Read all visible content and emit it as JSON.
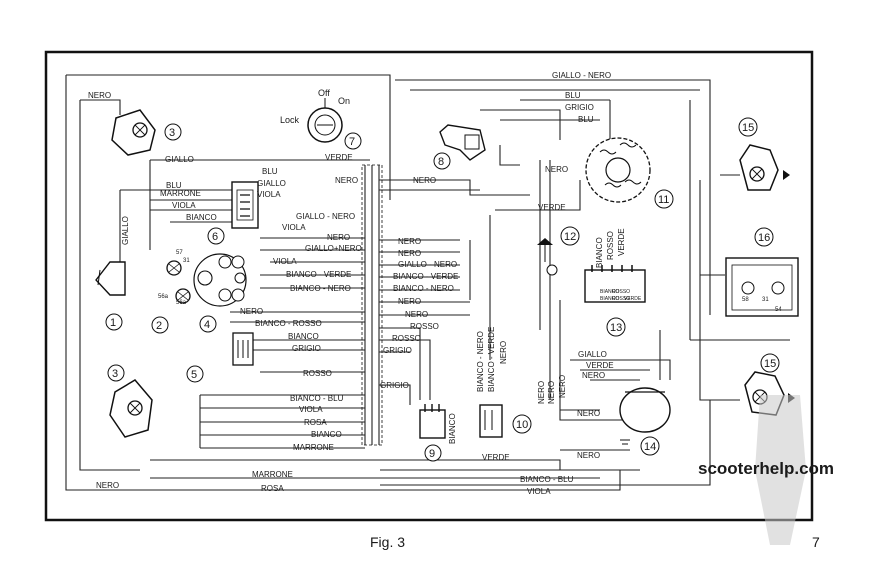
{
  "figure": {
    "caption": "Fig. 3",
    "page_number": "7",
    "watermark": "scooterhelp.com"
  },
  "switch": {
    "off": "Off",
    "on": "On",
    "lock": "Lock"
  },
  "components": [
    "1",
    "2",
    "3",
    "3",
    "4",
    "5",
    "6",
    "7",
    "8",
    "9",
    "10",
    "11",
    "12",
    "13",
    "14",
    "15",
    "15",
    "16"
  ],
  "small_labels": [
    "57",
    "31",
    "56a",
    "56a",
    "58",
    "31",
    "54"
  ],
  "wire_labels": [
    "GIALLO - NERO",
    "BLU",
    "GRIGIO",
    "BLU",
    "NERO",
    "NERO",
    "VERDE",
    "GIALLO",
    "BLU",
    "GIALLO",
    "MARRONE",
    "VIOLA",
    "VIOLA",
    "BLU",
    "GIALLO",
    "NERO",
    "BIANCO",
    "GIALLO - NERO",
    "VIOLA",
    "NERO",
    "NERO",
    "GIALLO+NERO",
    "NERO",
    "VIOLA",
    "GIALLO - NERO",
    "BIANCO - VERDE",
    "BIANCO - VERDE",
    "BIANCO - NERO",
    "BIANCO - NERO",
    "NERO",
    "NERO",
    "NERO",
    "BIANCO - ROSSO",
    "ROSSO",
    "BIANCO",
    "ROSSO",
    "GRIGIO",
    "GRIGIO",
    "ROSSO",
    "GRIGIO",
    "BIANCO - BLU",
    "VIOLA",
    "ROSA",
    "BIANCO",
    "MARRONE",
    "MARRONE",
    "ROSA",
    "NERO",
    "NERO",
    "VERDE",
    "BIANCO",
    "BIANCO - NERO",
    "BIANCO - VERDE",
    "NERO",
    "BIANCO",
    "ROSSO",
    "VERDE",
    "NERO",
    "NERO",
    "NERO",
    "GIALLO",
    "VERDE",
    "NERO",
    "NERO",
    "NERO",
    "BIANCO - BLU",
    "VIOLA",
    "BIANCO",
    "ROSSO",
    "VERDE",
    "BIANCO",
    "ROSSO",
    "VERDE"
  ]
}
